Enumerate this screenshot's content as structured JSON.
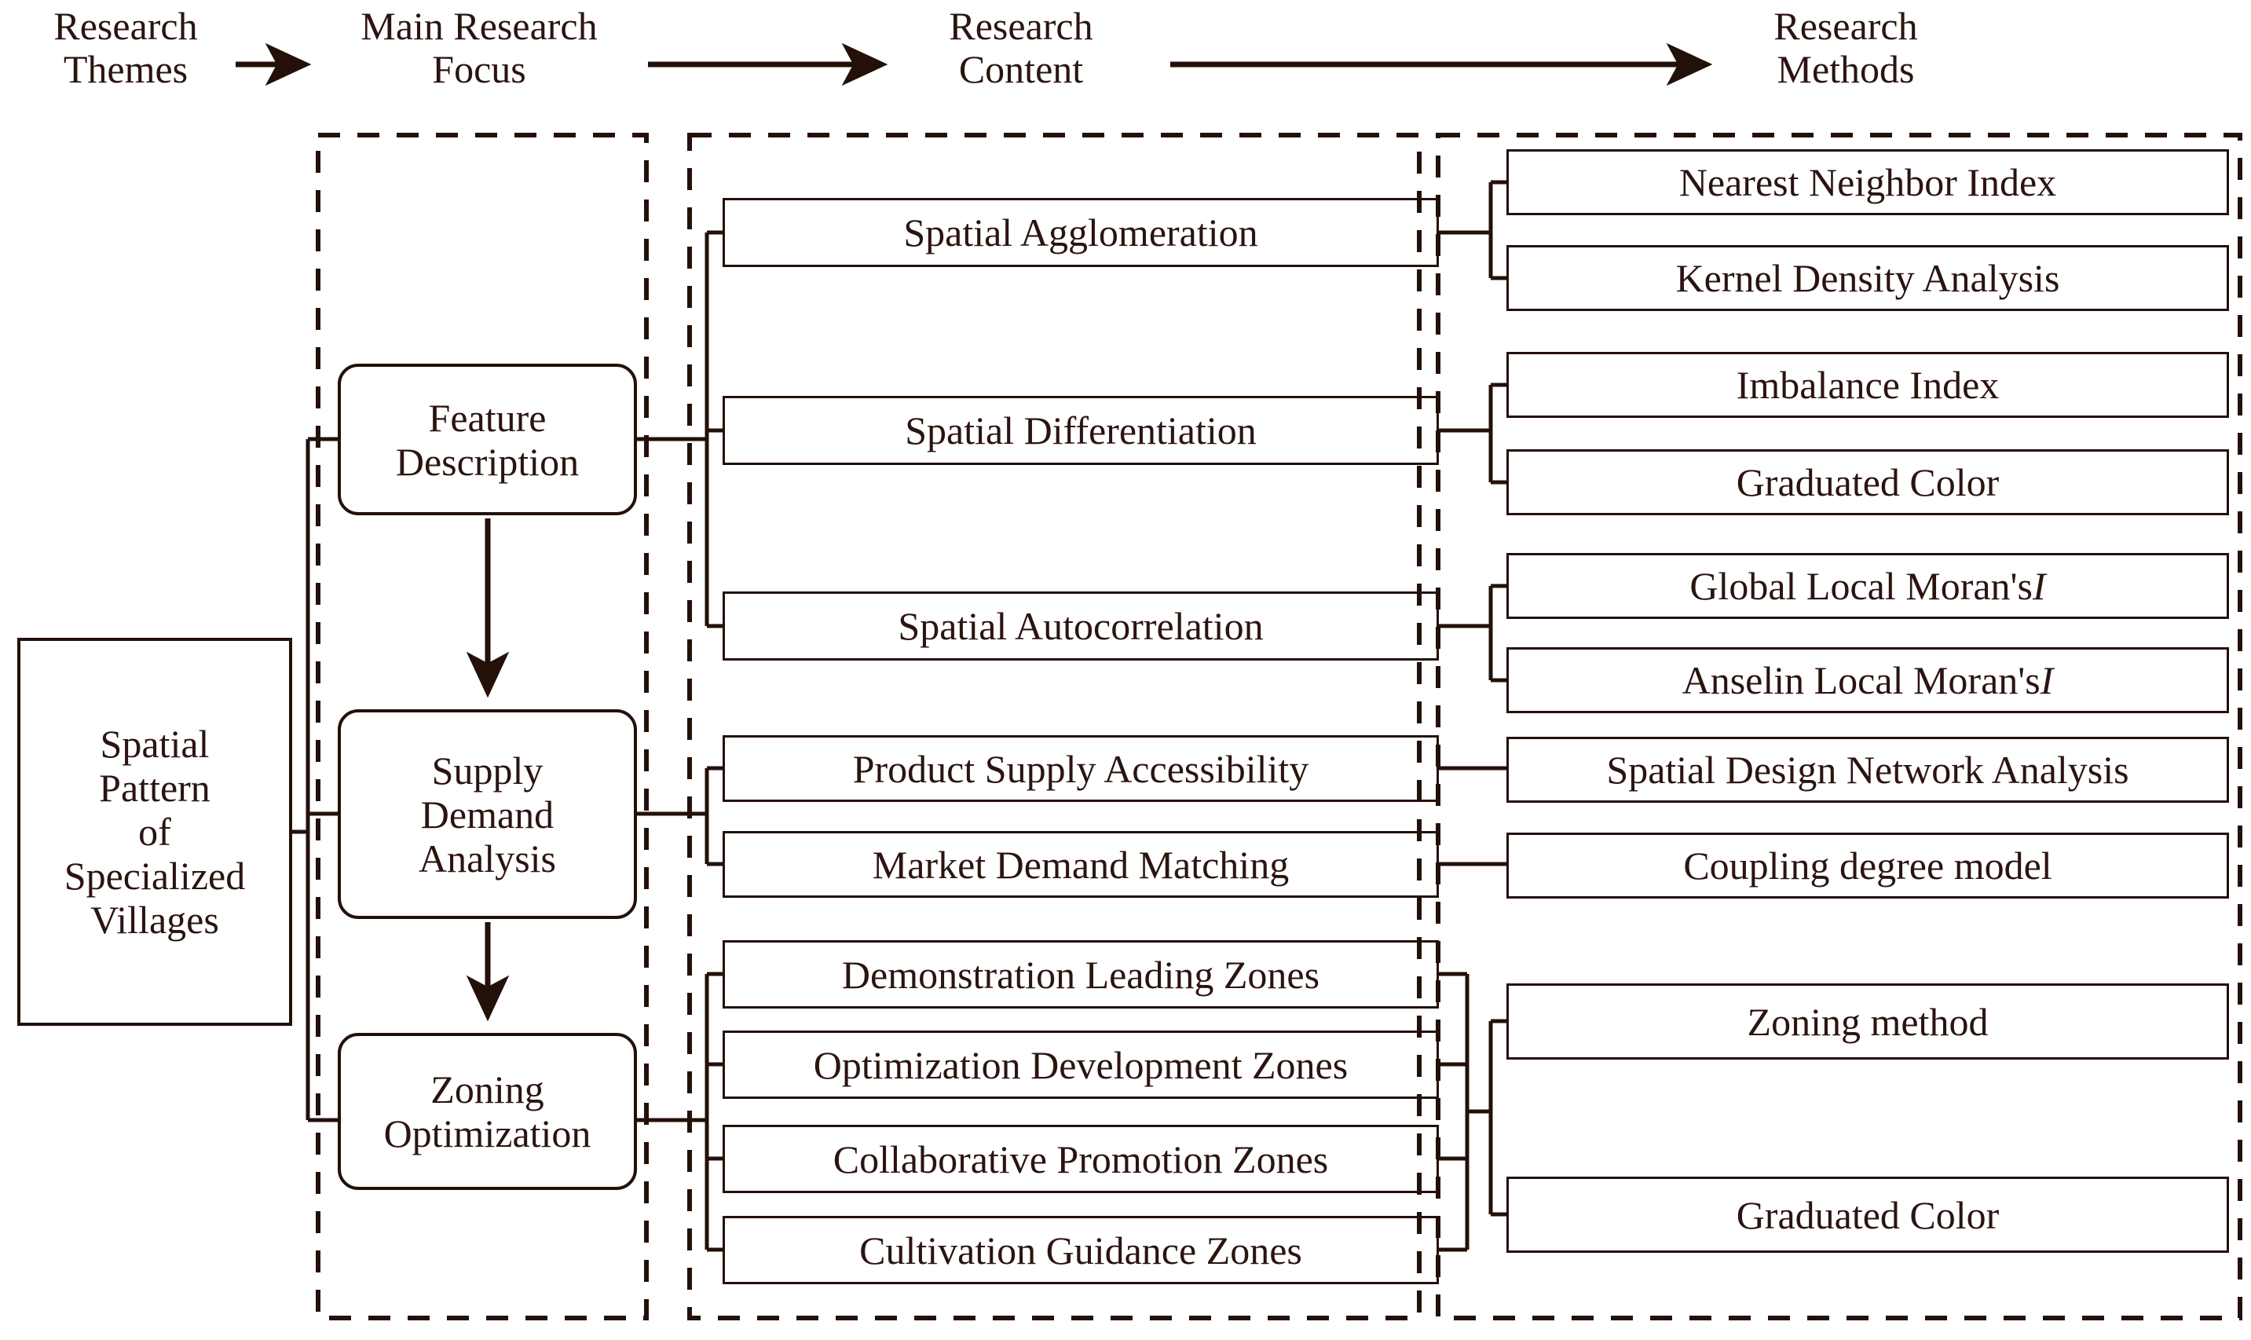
{
  "diagram": {
    "title": "Research framework flowchart of Spatial Pattern of Specialized Villages",
    "accent_color": "#231009",
    "background_color": "#ffffff",
    "headers": [
      {
        "id": "research-themes",
        "label": "Research\nThemes"
      },
      {
        "id": "main-research-focus",
        "label": "Main Research\nFocus"
      },
      {
        "id": "research-content",
        "label": "Research\nContent"
      },
      {
        "id": "research-methods",
        "label": "Research\nMethods"
      }
    ],
    "header_arrows": [
      {
        "id": "arrow-themes-to-focus",
        "from": "research-themes",
        "to": "main-research-focus"
      },
      {
        "id": "arrow-focus-to-content",
        "from": "main-research-focus",
        "to": "research-content"
      },
      {
        "id": "arrow-content-to-methods",
        "from": "research-content",
        "to": "research-methods"
      }
    ],
    "theme": {
      "id": "spatial-pattern-of-specialized-villages",
      "label": "Spatial\nPattern\nof\nSpecialized\nVillages"
    },
    "focus": [
      {
        "id": "feature-description",
        "label": "Feature\nDescription"
      },
      {
        "id": "supply-demand-analysis",
        "label": "Supply\nDemand\nAnalysis"
      },
      {
        "id": "zoning-optimization",
        "label": "Zoning\nOptimization"
      }
    ],
    "focus_flow_arrows": [
      {
        "id": "arrow-feature-to-supply",
        "from": "feature-description",
        "to": "supply-demand-analysis"
      },
      {
        "id": "arrow-supply-to-zoning",
        "from": "supply-demand-analysis",
        "to": "zoning-optimization"
      }
    ],
    "content": [
      {
        "id": "spatial-agglomeration",
        "label": "Spatial Agglomeration",
        "parent": "feature-description"
      },
      {
        "id": "spatial-differentiation",
        "label": "Spatial Differentiation",
        "parent": "feature-description"
      },
      {
        "id": "spatial-autocorrelation",
        "label": "Spatial Autocorrelation",
        "parent": "feature-description"
      },
      {
        "id": "product-supply-accessibility",
        "label": "Product Supply Accessibility",
        "parent": "supply-demand-analysis"
      },
      {
        "id": "market-demand-matching",
        "label": "Market Demand Matching",
        "parent": "supply-demand-analysis"
      },
      {
        "id": "demonstration-leading-zones",
        "label": "Demonstration Leading Zones",
        "parent": "zoning-optimization"
      },
      {
        "id": "optimization-development-zones",
        "label": "Optimization Development Zones",
        "parent": "zoning-optimization"
      },
      {
        "id": "collaborative-promotion-zones",
        "label": "Collaborative Promotion Zones",
        "parent": "zoning-optimization"
      },
      {
        "id": "cultivation-guidance-zones",
        "label": "Cultivation  Guidance Zones",
        "parent": "zoning-optimization"
      }
    ],
    "methods": [
      {
        "id": "nearest-neighbor-index",
        "label": "Nearest Neighbor Index",
        "parent": "spatial-agglomeration",
        "italic_suffix": ""
      },
      {
        "id": "kernel-density-analysis",
        "label": "Kernel Density Analysis",
        "parent": "spatial-agglomeration",
        "italic_suffix": ""
      },
      {
        "id": "imbalance-index",
        "label": "Imbalance Index",
        "parent": "spatial-differentiation",
        "italic_suffix": ""
      },
      {
        "id": "graduated-color-1",
        "label": "Graduated Color",
        "parent": "spatial-differentiation",
        "italic_suffix": ""
      },
      {
        "id": "global-local-morans-i",
        "label": "Global Local Moran's ",
        "parent": "spatial-autocorrelation",
        "italic_suffix": "I"
      },
      {
        "id": "anselin-local-morans-i",
        "label": "Anselin Local Moran's ",
        "parent": "spatial-autocorrelation",
        "italic_suffix": "I"
      },
      {
        "id": "spatial-design-network-analysis",
        "label": "Spatial Design Network Analysis",
        "parent": "product-supply-accessibility",
        "italic_suffix": ""
      },
      {
        "id": "coupling-degree-model",
        "label": "Coupling degree model",
        "parent": "market-demand-matching",
        "italic_suffix": ""
      },
      {
        "id": "zoning-method",
        "label": "Zoning method",
        "parent": "zoning-group",
        "italic_suffix": ""
      },
      {
        "id": "graduated-color-2",
        "label": "Graduated Color",
        "parent": "zoning-group",
        "italic_suffix": ""
      }
    ],
    "columns": [
      {
        "id": "focus-column-frame",
        "style": "dashed"
      },
      {
        "id": "content-column-frame",
        "style": "dashed"
      },
      {
        "id": "methods-column-frame",
        "style": "dashed"
      }
    ]
  }
}
